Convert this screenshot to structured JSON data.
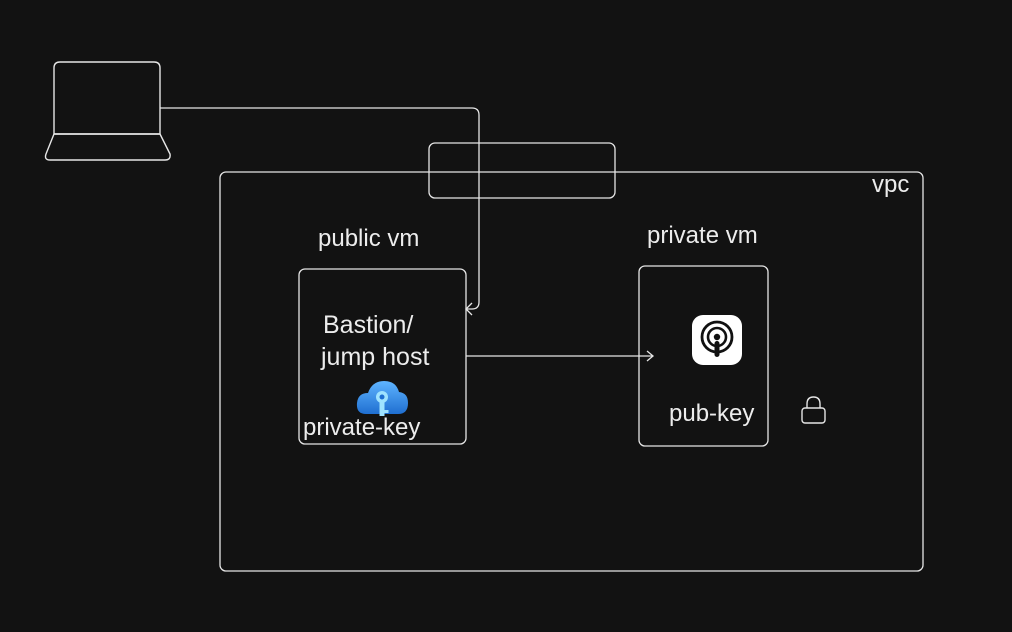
{
  "diagram": {
    "vpc_label": "vpc",
    "public_vm_label": "public vm",
    "private_vm_label": "private vm",
    "bastion_line1": "Bastion/",
    "bastion_line2": "jump host",
    "private_key_label": "private-key",
    "pub_key_label": "pub-key"
  },
  "icons": {
    "laptop": "laptop-icon",
    "cloud_key": "cloud-key-icon",
    "podcast": "podcast-icon",
    "lock": "lock-icon"
  },
  "colors": {
    "background": "#121212",
    "stroke": "#e6e6e6",
    "text": "#ececec",
    "cloud_key_blue": "#2d8fe6",
    "podcast_bg": "#ffffff"
  }
}
